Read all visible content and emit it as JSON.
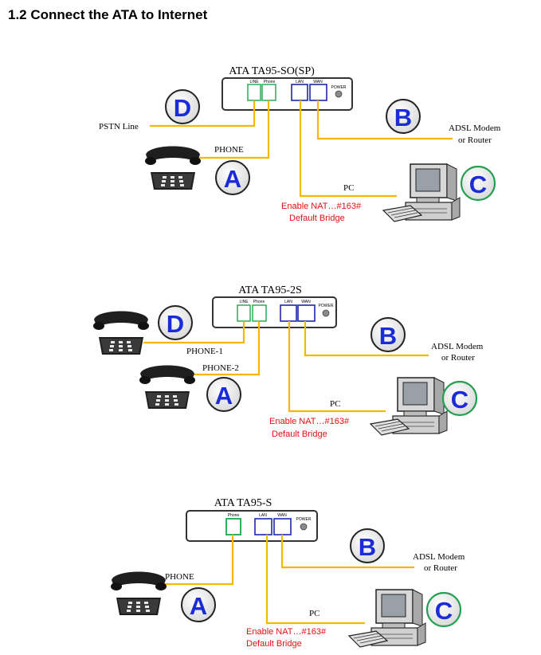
{
  "title": "1.2 Connect the ATA to Internet",
  "colors": {
    "wire": "#f5b800",
    "port_blue": "#1a2aa8",
    "port_green": "#1aa84a",
    "badge_text": "#1a2bd8",
    "badge_ring_green": "#22a050",
    "red_text": "#e01010"
  },
  "port_labels": {
    "line": "LINE",
    "phone": "Phone",
    "lan": "LAN",
    "wan": "WAN",
    "power": "POWER"
  },
  "badges": {
    "a": "A",
    "b": "B",
    "c": "C",
    "d": "D"
  },
  "diagrams": [
    {
      "device": "ATA TA95-SO(SP)",
      "pstn_label": "PSTN Line",
      "phone_labels": [
        "PHONE"
      ],
      "modem_label": [
        "ADSL Modem",
        "or Router"
      ],
      "pc_label": "PC",
      "nat_label": [
        "Enable NAT…#163#",
        "Default Bridge"
      ]
    },
    {
      "device": "ATA TA95-2S",
      "phone_labels": [
        "PHONE-1",
        "PHONE-2"
      ],
      "modem_label": [
        "ADSL Modem",
        "or Router"
      ],
      "pc_label": "PC",
      "nat_label": [
        "Enable NAT…#163#",
        "Default Bridge"
      ]
    },
    {
      "device": "ATA TA95-S",
      "phone_labels": [
        "PHONE"
      ],
      "modem_label": [
        "ADSL Modem",
        "or Router"
      ],
      "pc_label": "PC",
      "nat_label": [
        "Enable NAT…#163#",
        "Default Bridge"
      ]
    }
  ]
}
